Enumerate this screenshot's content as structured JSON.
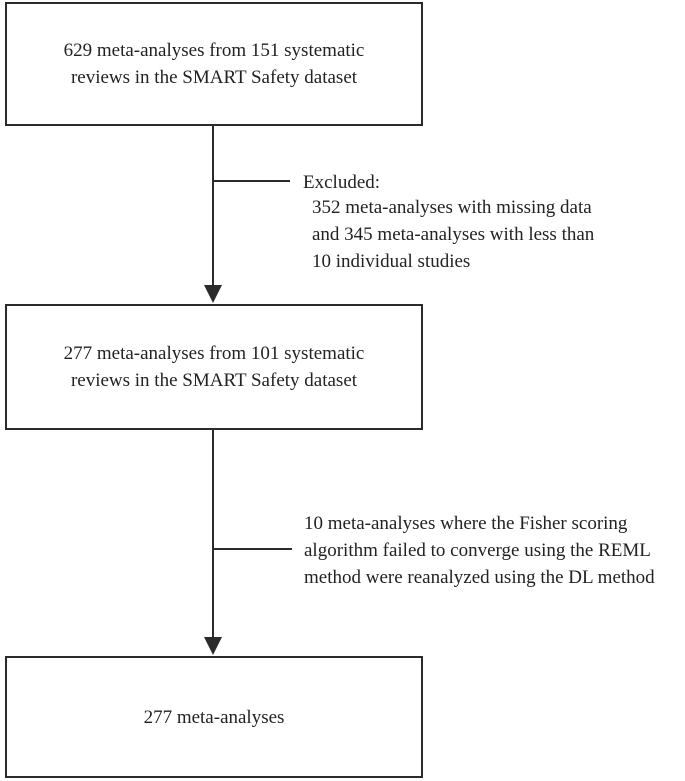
{
  "boxes": {
    "box1": {
      "lines": [
        "629 meta-analyses from 151 systematic",
        "reviews in the SMART Safety dataset"
      ]
    },
    "box2": {
      "lines": [
        "277 meta-analyses from 101 systematic",
        "reviews in the SMART Safety dataset"
      ]
    },
    "box3": {
      "lines": [
        "277 meta-analyses"
      ]
    }
  },
  "notes": {
    "exclusion": {
      "heading": "Excluded:",
      "lines": [
        "352 meta-analyses with missing data",
        "and 345 meta-analyses with less than",
        "10 individual studies"
      ]
    },
    "reanalysis": {
      "lines": [
        "10 meta-analyses where the Fisher scoring",
        "algorithm failed to converge using the REML",
        "method were reanalyzed using the DL method"
      ]
    }
  },
  "colors": {
    "line": "#2b2b2b",
    "text": "#222222"
  }
}
